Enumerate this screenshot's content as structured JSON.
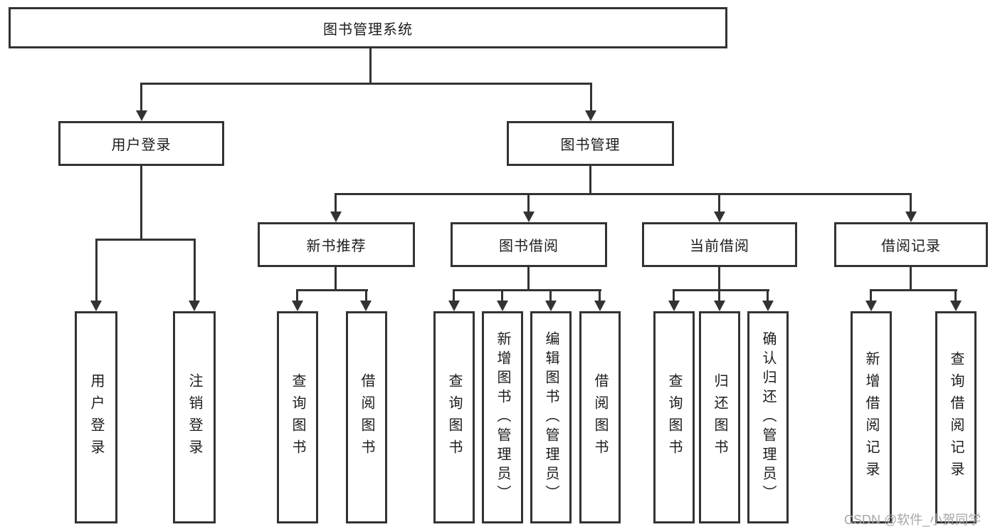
{
  "watermark": "CSDN @软件_小贺同学",
  "colors": {
    "line": "#333333",
    "text": "#1c1c1c",
    "watermark_gray": "#a6a6a6",
    "background": "#ffffff"
  },
  "tree": {
    "root": "图书管理系统",
    "branches": [
      {
        "label": "用户登录",
        "children": [
          "用户登录",
          "注销登录"
        ]
      },
      {
        "label": "图书管理",
        "groups": [
          {
            "label": "新书推荐",
            "children": [
              "查询图书",
              "借阅图书"
            ]
          },
          {
            "label": "图书借阅",
            "children": [
              "查询图书",
              "新增图书（管理员）",
              "编辑图书（管理员）",
              "借阅图书"
            ]
          },
          {
            "label": "当前借阅",
            "children": [
              "查询图书",
              "归还图书",
              "确认归还（管理员）"
            ]
          },
          {
            "label": "借阅记录",
            "children": [
              "新增借阅记录",
              "查询借阅记录"
            ]
          }
        ]
      }
    ]
  }
}
